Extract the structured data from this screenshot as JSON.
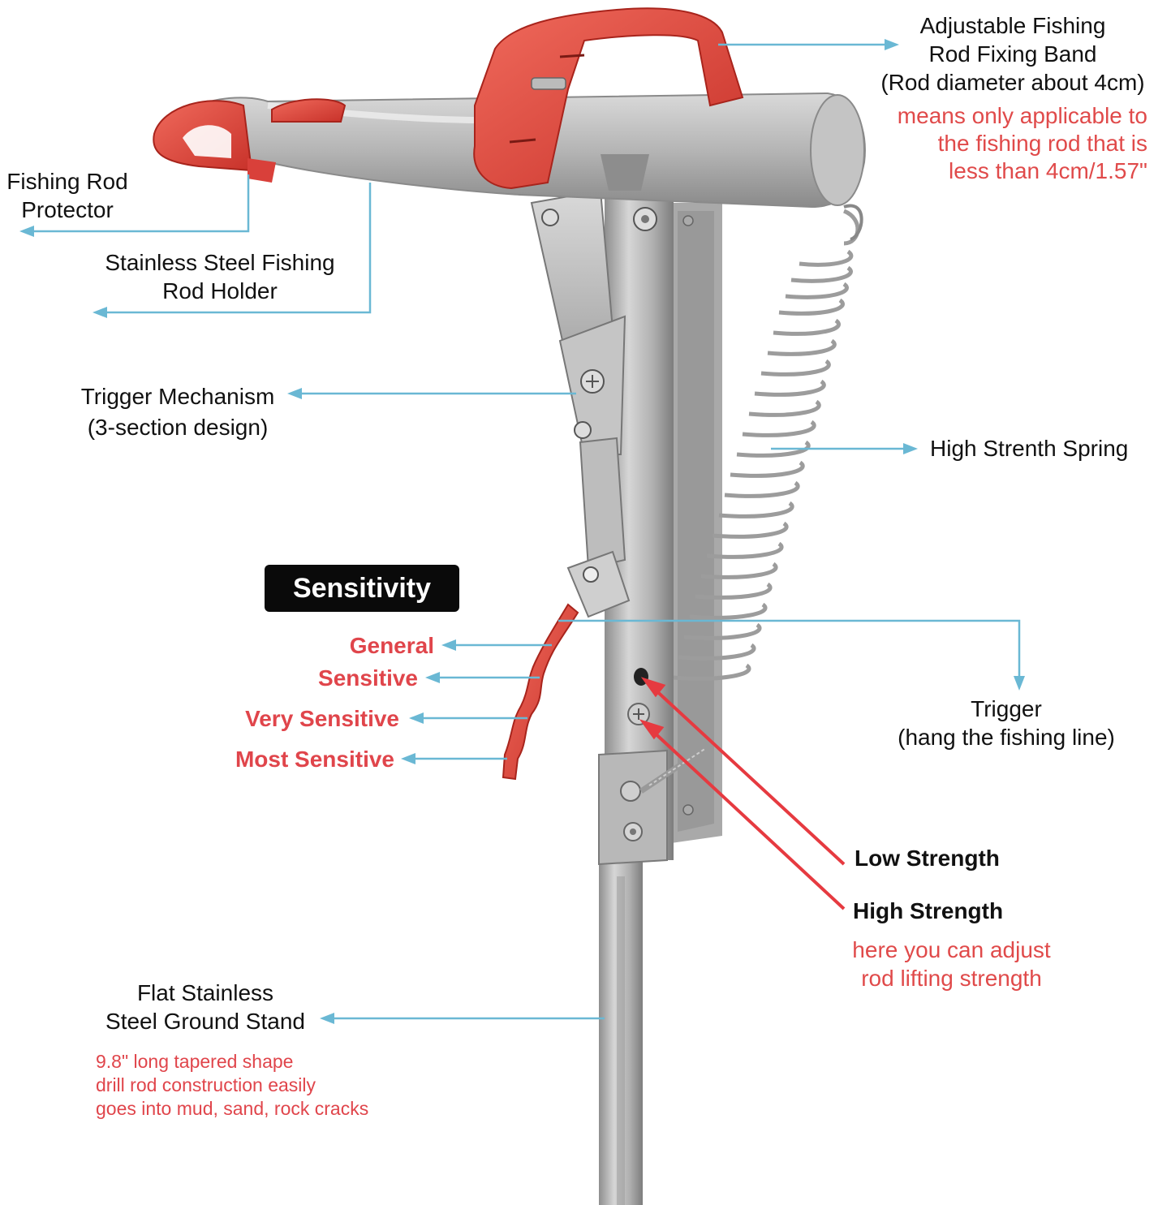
{
  "labels": {
    "band": {
      "line1": "Adjustable Fishing",
      "line2": "Rod Fixing Band",
      "line3": "(Rod diameter about 4cm)",
      "note1": "means only applicable to",
      "note2": "the fishing rod that is",
      "note3": "less than 4cm/1.57\""
    },
    "protector": {
      "line1": "Fishing Rod",
      "line2": "Protector"
    },
    "holder": {
      "line1": "Stainless Steel Fishing",
      "line2": "Rod Holder"
    },
    "trigger_mechanism": {
      "line1": "Trigger Mechanism",
      "line2": "(3-section design)"
    },
    "spring": {
      "line1": "High Strenth Spring"
    },
    "trigger": {
      "line1": "Trigger",
      "line2": "(hang the fishing line)"
    },
    "low_strength": "Low Strength",
    "high_strength": "High Strength",
    "strength_note": {
      "line1": "here you can adjust",
      "line2": "rod lifting strength"
    },
    "ground_stand": {
      "line1": "Flat Stainless",
      "line2": "Steel Ground Stand",
      "note1": "9.8\" long tapered shape",
      "note2": "drill rod construction easily",
      "note3": "goes into mud, sand, rock cracks"
    }
  },
  "sensitivity": {
    "title": "Sensitivity",
    "levels": [
      "General",
      "Sensitive",
      "Very Sensitive",
      "Most Sensitive"
    ]
  },
  "colors": {
    "leader_line": "#6ab8d4",
    "accent_red": "#e0454b",
    "steel": "#b9b9b9",
    "plastic_red": "#e0463c"
  }
}
